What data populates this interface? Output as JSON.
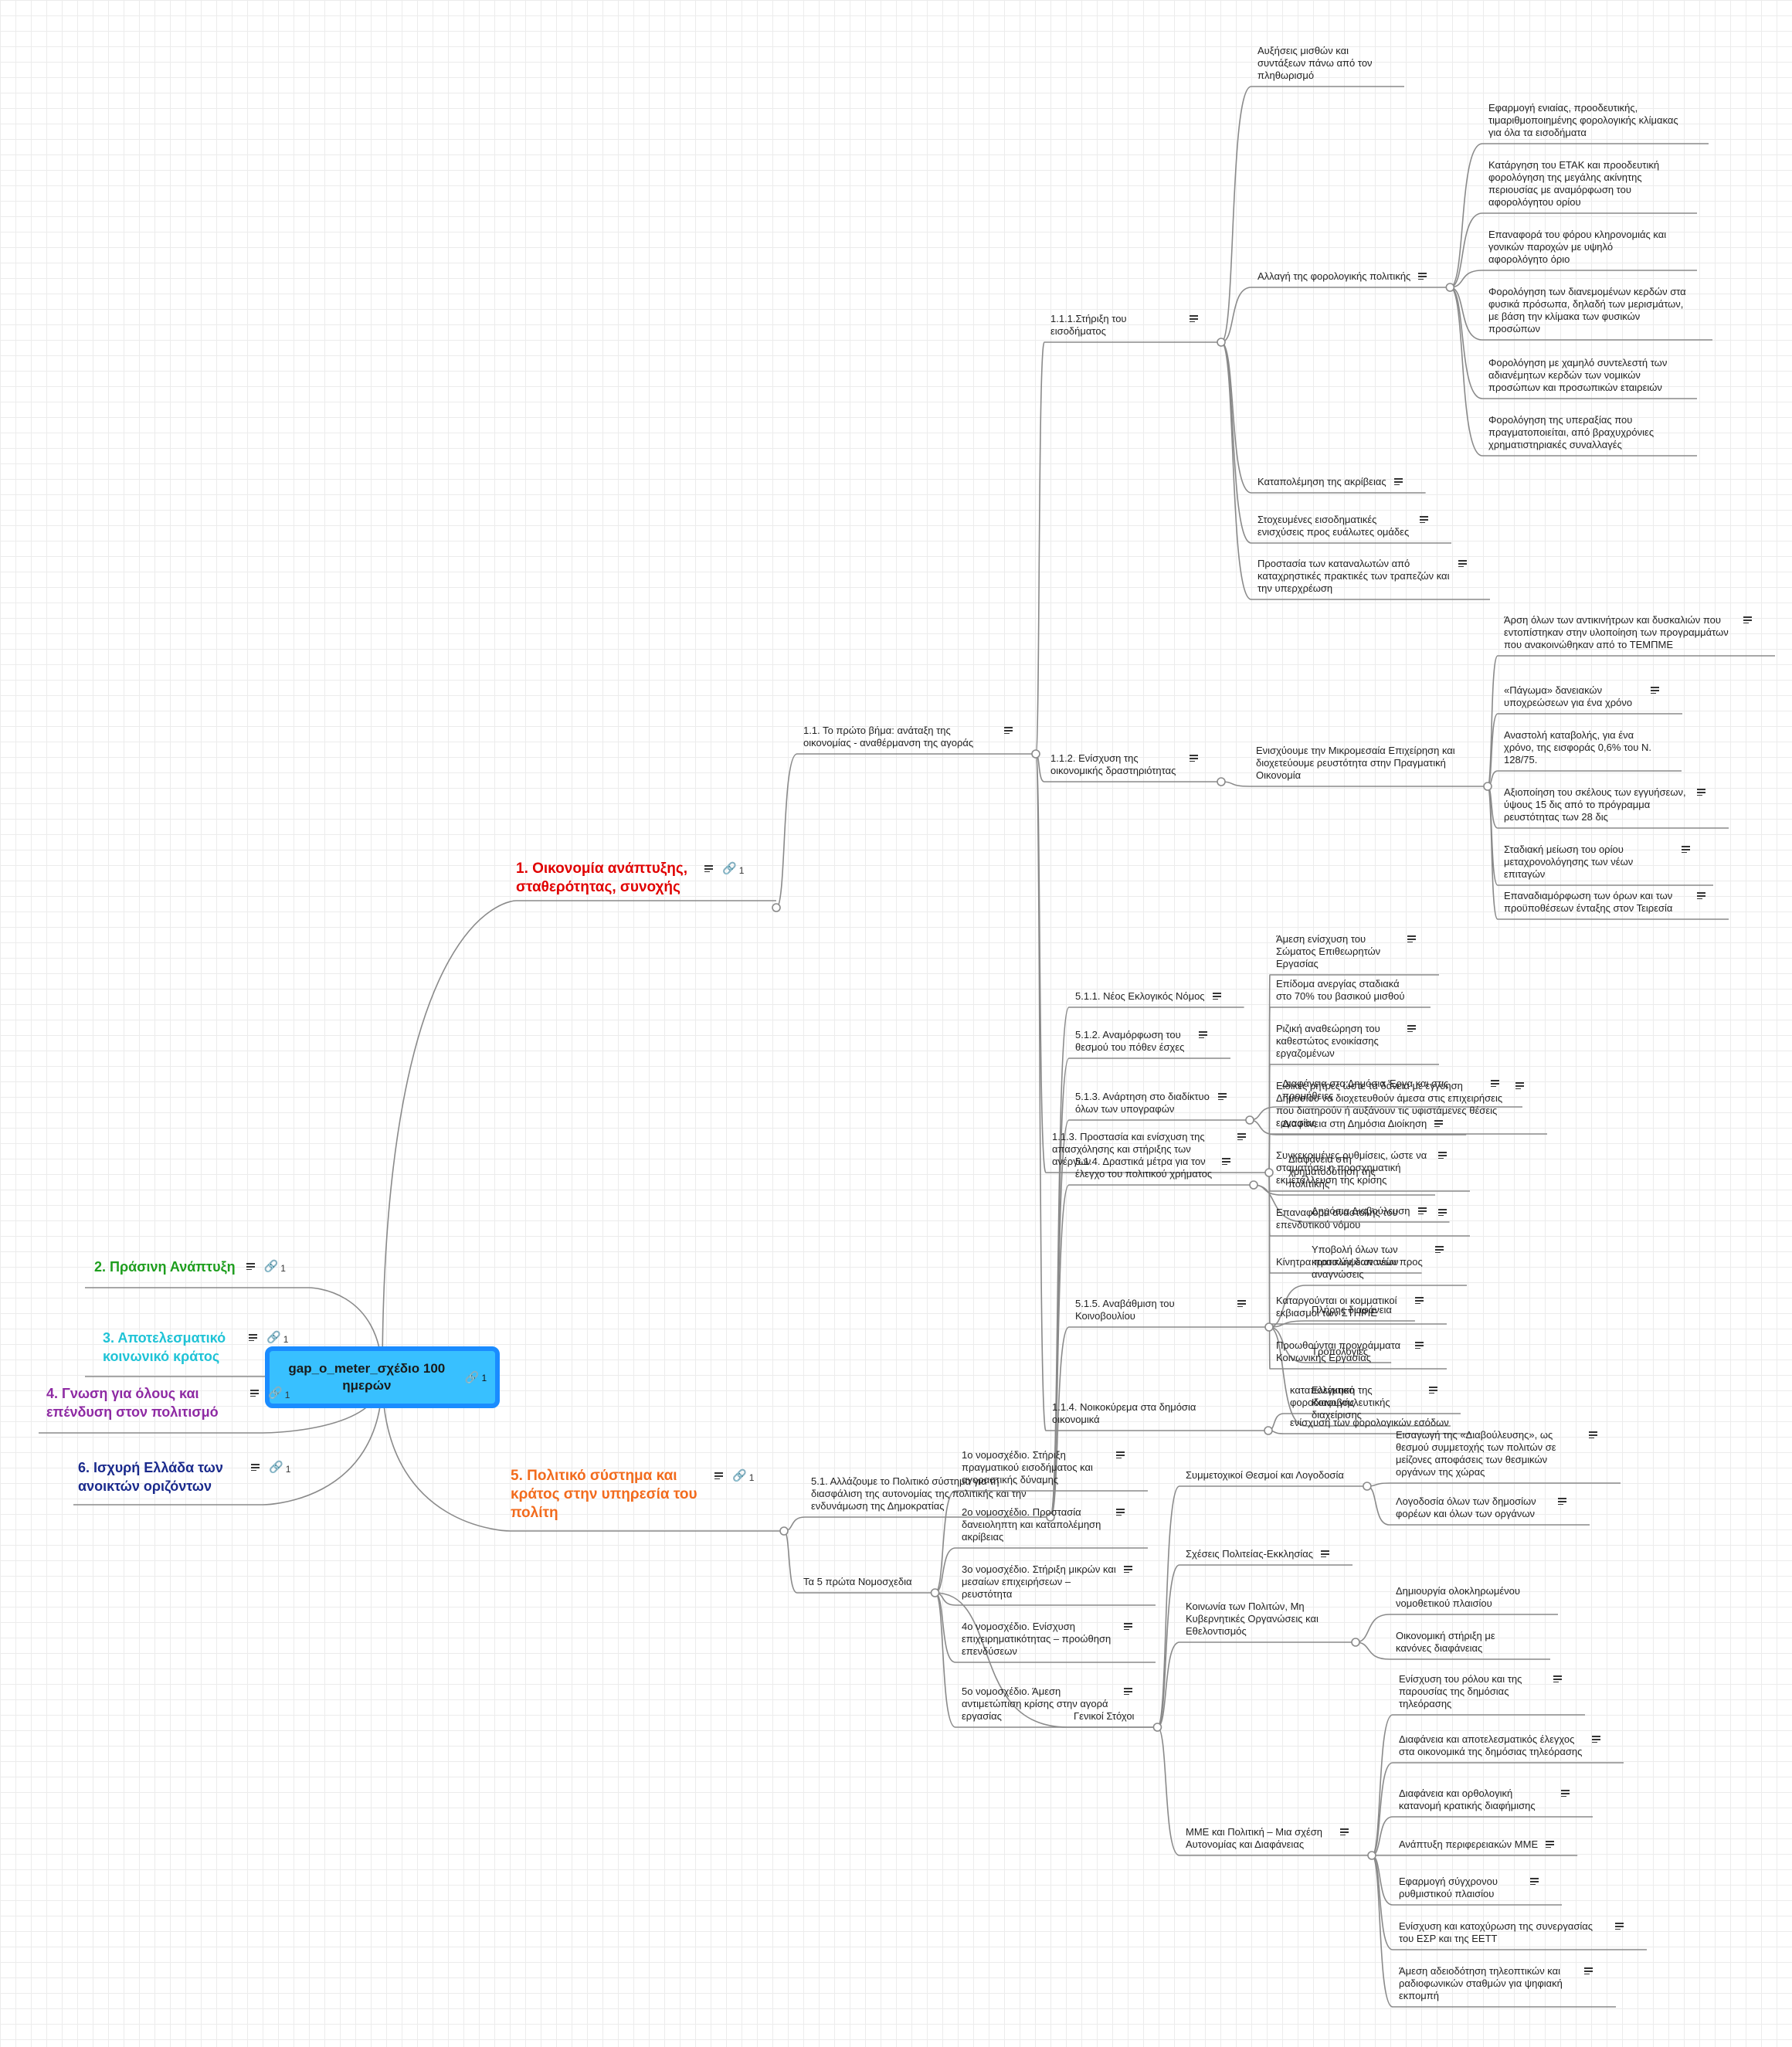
{
  "root": {
    "title": "gap_o_meter_σχέδιο 100 ημερών",
    "link_count": "1"
  },
  "colors": {
    "root_fill": "#38c0ff",
    "root_border": "#1a8cff",
    "edge": "#8a8a8a",
    "topic1": "#e00000",
    "topic2": "#1e9e1e",
    "topic3": "#1fc3d6",
    "topic4": "#8e2aa3",
    "topic5": "#f26b1d",
    "topic6": "#1a2a8c"
  },
  "topics": [
    {
      "id": "t1",
      "label": "1. Οικονομία ανάπτυξης, σταθερότητας, συνοχής",
      "link_count": "1"
    },
    {
      "id": "t2",
      "label": "2. Πράσινη Ανάπτυξη",
      "link_count": "1"
    },
    {
      "id": "t3",
      "label": "3. Αποτελεσματικό κοινωνικό κράτος",
      "link_count": "1"
    },
    {
      "id": "t4",
      "label": "4. Γνωση για όλους και επένδυση στον πολιτισμό",
      "link_count": "1"
    },
    {
      "id": "t5",
      "label": "5. Πολιτικό σύστημα και κράτος στην υπηρεσία του πολίτη",
      "link_count": "1"
    },
    {
      "id": "t6",
      "label": "6. Ισχυρή Ελλάδα των ανοικτών οριζόντων",
      "link_count": "1"
    }
  ],
  "nodes": {
    "n11": "1.1. Το πρώτο βήμα: ανάταξη της οικονομίας - αναθέρμανση της αγοράς",
    "n111": "1.1.1.Στήριξη του εισοδήματος",
    "n1111": "Αυξήσεις μισθών και συντάξεων πάνω από τον πληθωρισμό",
    "n1112": "Αλλαγή της φορολογικής πολιτικής",
    "n11121": "Εφαρμογή ενιαίας, προοδευτικής, τιμαριθμοποιημένης φορολογικής κλίμακας για όλα τα εισοδήματα",
    "n11122": "Κατάργηση του ΕΤΑΚ και προοδευτική φορολόγηση της μεγάλης ακίνητης περιουσίας με αναμόρφωση του αφορολόγητου ορίου",
    "n11123": "Επαναφορά του φόρου κληρονομιάς και γονικών παροχών με υψηλό αφορολόγητο όριο",
    "n11124": "Φορολόγηση των διανεμομένων κερδών στα φυσικά πρόσωπα, δηλαδή των μερισμάτων, με βάση την κλίμακα των φυσικών προσώπων",
    "n11125": "Φορολόγηση με χαμηλό συντελεστή των αδιανέμητων κερδών των νομικών προσώπων και προσωπικών εταιρειών",
    "n11126": "Φορολόγηση της υπεραξίας που πραγματοποιείται, από βραχυχρόνιες χρηματιστηριακές συναλλαγές",
    "n1113": "Καταπολέμηση της ακρίβειας",
    "n1114": "Στοχευμένες εισοδηματικές ενισχύσεις προς ευάλωτες ομάδες",
    "n1115": "Προστασία των καταναλωτών από καταχρηστικές πρακτικές των τραπεζών και την υπερχρέωση",
    "n112": "1.1.2. Ενίσχυση της οικονομικής δραστηριότητας",
    "n1121": "Ενισχύουμε την Μικρομεσαία Επιχείρηση και διοχετεύουμε ρευστότητα στην Πραγματική Οικονομία",
    "n11211": "Άρση όλων των αντικινήτρων και δυσκαλιών που εντοπίστηκαν στην υλοποίηση των προγραμμάτων που ανακοινώθηκαν από το ΤΕΜΠΜΕ",
    "n11212": "«Πάγωμα» δανειακών υποχρεώσεων για ένα χρόνο",
    "n11213": "Αναστολή καταβολής, για ένα χρόνο, της εισφοράς 0,6% του Ν. 128/75.",
    "n11214": "Αξιοποίηση του σκέλους των εγγυήσεων, ύψους 15 δις από το πρόγραμμα ρευστότητας των 28 δις",
    "n11215": "Σταδιακή μείωση του ορίου μεταχρονολόγησης των νέων επιταγών",
    "n11216": "Επαναδιαμόρφωση των όρων και των προϋποθέσεων ένταξης στον Τειρεσία",
    "n113": "1.1.3. Προστασία και ενίσχυση της απασχόλησης και στήριξης των ανέργων",
    "n1131": "Άμεση ενίσχυση του Σώματος Επιθεωρητών Εργασίας",
    "n1132": "Επίδομα ανεργίας σταδιακά στο 70% του βασικού μισθού",
    "n1133": "Ριζική αναθεώρηση του καθεστώτος ενοικίασης εργαζομένων",
    "n1134": "Ειδικές ρήτρες ώστε τα δάνεια με εγγύηση Δημοσίου να διοχετευθούν άμεσα στις επιχειρήσεις που διατηρούν ή αυξάνουν τις υφιστάμενες θέσεις εργασίας",
    "n1135": "Συγκεκριμένες ρυθμίσεις, ώστε να σταματήσει η προσχηματική εκμετάλλευση της κρίσης",
    "n1136": "Επαναφορά αναστολής του επενδυτικού νόμου",
    "n1137": "Κίνητρα προσλήψεων νέων",
    "n1138": "Καταργούνται οι κομματικοί εκβιασμοί των ΣΤΗΡΙΕ",
    "n1139": "Προωθούνται προγράμματα Κοινωνικής Εργασίας",
    "n114": "1.1.4. Νοικοκύρεμα στα δημόσια οικονομικά",
    "n1141": "καταπολέμηση της φοροδιαφυγής",
    "n1142": "ενίσχυση των φορολογικών εσόδων",
    "n51": "5.1. Αλλάζουμε το Πολιτικό σύστημα για τη διασφάλιση της αυτονομίας της πολιτικής και την ενδυνάμωση της Δημοκρατίας",
    "n511": "5.1.1. Νέος Εκλογικός Νόμος",
    "n512": "5.1.2. Αναμόρφωση του θεσμού του πόθεν έσχες",
    "n513": "5.1.3. Ανάρτηση στο διαδίκτυο όλων των υπογραφών",
    "n5131": "Διαφάνεια στα Δημόσια Έργα και στις προμήθειες",
    "n5132": "Διαφάνεια στη Δημόσια Διοίκηση",
    "n514": "5.1.4. Δραστικά μέτρα για τον έλεγχο του πολιτικού χρήματος",
    "n5141": "Διαφάνεια στη χρηματοδότηση της πολιτικής",
    "n5142": "Δημόσια Διαβούλευση",
    "n515": "5.1.5. Αναβάθμιση του Κοινοβουλίου",
    "n5151": "Υποβολή όλων των κρατικών δαπανών προς αναγνώσεις",
    "n5152": "Πλήρης διαφάνεια",
    "n5153": "Τροπολογίες",
    "n5154": "Ελεγκτικό Κοινοβουλευτικής διαχείρισης",
    "n52": "Τα 5 πρώτα Νομοσχεδια",
    "n521": "1ο νομοσχέδιο. Στήριξη πραγματικού εισοδήματος και αγοραστικής δύναμης",
    "n522": "2ο νομοσχέδιο. Προστασία δανειοληπτη και καταπολέμηση ακρίβειας",
    "n523": "3ο νομοσχέδιο. Στήριξη μικρών και μεσαίων επιχειρήσεων – ρευστότητα",
    "n524": "4ο νομοσχέδιο. Ενίσχυση επιχειρηματικότητας – προώθηση επενδύσεων",
    "n525": "5ο νομοσχέδιο. Άμεση αντιμετώπιση κρίσης στην αγορά εργασίας",
    "n53": "Γενικοί Στόχοι",
    "n531": "Συμμετοχικοί Θεσμοί και Λογοδοσία",
    "n5311": "Εισαγωγή της «Διαβούλευσης», ως θεσμού συμμετοχής των πολιτών σε μείζονες αποφάσεις των θεσμικών οργάνων της χώρας",
    "n5312": "Λογοδοσία όλων των δημοσίων φορέων και όλων των οργάνων",
    "n532": "Σχέσεις Πολιτείας-Εκκλησίας",
    "n533": "Κοινωνία των Πολιτών, Μη Κυβερνητικές Οργανώσεις και Εθελοντισμός",
    "n5331": "Δημιουργία ολοκληρωμένου νομοθετικού πλαισίου",
    "n5332": "Οικονομική στήριξη με κανόνες διαφάνειας",
    "n534": "ΜΜΕ και Πολιτική – Μια σχέση Αυτονομίας και Διαφάνειας",
    "n5341": "Ενίσχυση του ρόλου και της παρουσίας της δημόσιας τηλεόρασης",
    "n5342": "Διαφάνεια και αποτελεσματικός έλεγχος στα οικονομικά της δημόσιας τηλεόρασης",
    "n5343": "Διαφάνεια και ορθολογική κατανομή κρατικής διαφήμισης",
    "n5344": "Ανάπτυξη περιφερειακών ΜΜΕ",
    "n5345": "Εφαρμογή σύγχρονου ρυθμιστικού πλαισίου",
    "n5346": "Ενίσχυση και κατοχύρωση της συνεργασίας του ΕΣΡ και της ΕΕΤΤ",
    "n5347": "Άμεση αδειοδότηση τηλεοπτικών και ραδιοφωνικών σταθμών για ψηφιακή εκπομπή"
  }
}
